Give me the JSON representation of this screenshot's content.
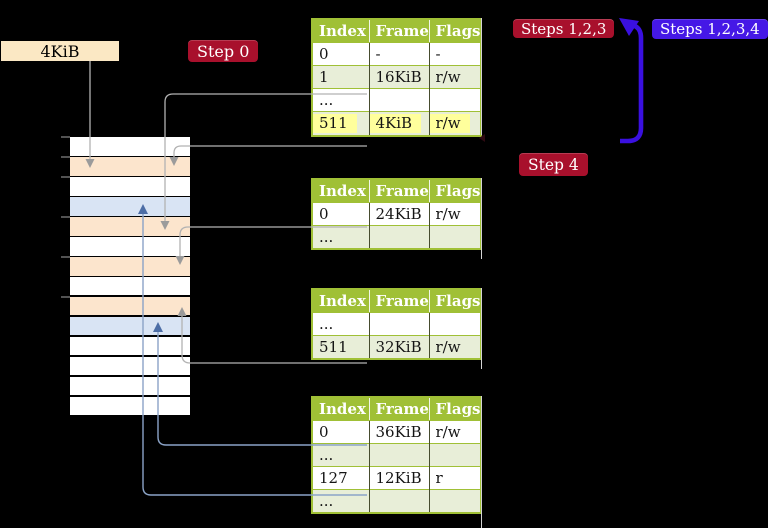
{
  "frame_label": "4KiB",
  "badges": {
    "step0": "Step 0",
    "steps123": "Steps 1,2,3",
    "steps1234": "Steps 1,2,3,4",
    "step4": "Step 4"
  },
  "colors": {
    "table_green": "#a0c036",
    "table_row_tint": "#e8eed8",
    "highlight_yellow": "#ffff9c",
    "badge_red": "#a8102c",
    "badge_blue": "#4518e6",
    "big_arrow_blue": "#3a10e0",
    "memory_white": "#ffffff",
    "memory_peach": "#fce5cd",
    "memory_blue": "#d9e4f4",
    "connector_gray": "#b2b2b2",
    "connector_blue": "#8ba3c7"
  },
  "memory_column": {
    "rows": [
      "white",
      "peach",
      "white",
      "blue",
      "peach",
      "white",
      "peach",
      "white",
      "peach",
      "blue",
      "white",
      "white",
      "white",
      "white"
    ]
  },
  "tables": {
    "headers": [
      "Index",
      "Frame",
      "Flags"
    ],
    "table1": {
      "rows": [
        {
          "index": "0",
          "frame": "-",
          "flags": "-"
        },
        {
          "index": "1",
          "frame": "16KiB",
          "flags": "r/w"
        },
        {
          "index": "...",
          "frame": "",
          "flags": ""
        },
        {
          "index": "511",
          "frame": "4KiB",
          "flags": "r/w"
        }
      ]
    },
    "table2": {
      "rows": [
        {
          "index": "0",
          "frame": "24KiB",
          "flags": "r/w"
        },
        {
          "index": "...",
          "frame": "",
          "flags": ""
        }
      ]
    },
    "table3": {
      "rows": [
        {
          "index": "...",
          "frame": "",
          "flags": ""
        },
        {
          "index": "511",
          "frame": "32KiB",
          "flags": "r/w"
        }
      ]
    },
    "table4": {
      "rows": [
        {
          "index": "0",
          "frame": "36KiB",
          "flags": "r/w"
        },
        {
          "index": "...",
          "frame": "",
          "flags": ""
        },
        {
          "index": "127",
          "frame": "12KiB",
          "flags": "r"
        },
        {
          "index": "...",
          "frame": "",
          "flags": ""
        }
      ]
    }
  }
}
